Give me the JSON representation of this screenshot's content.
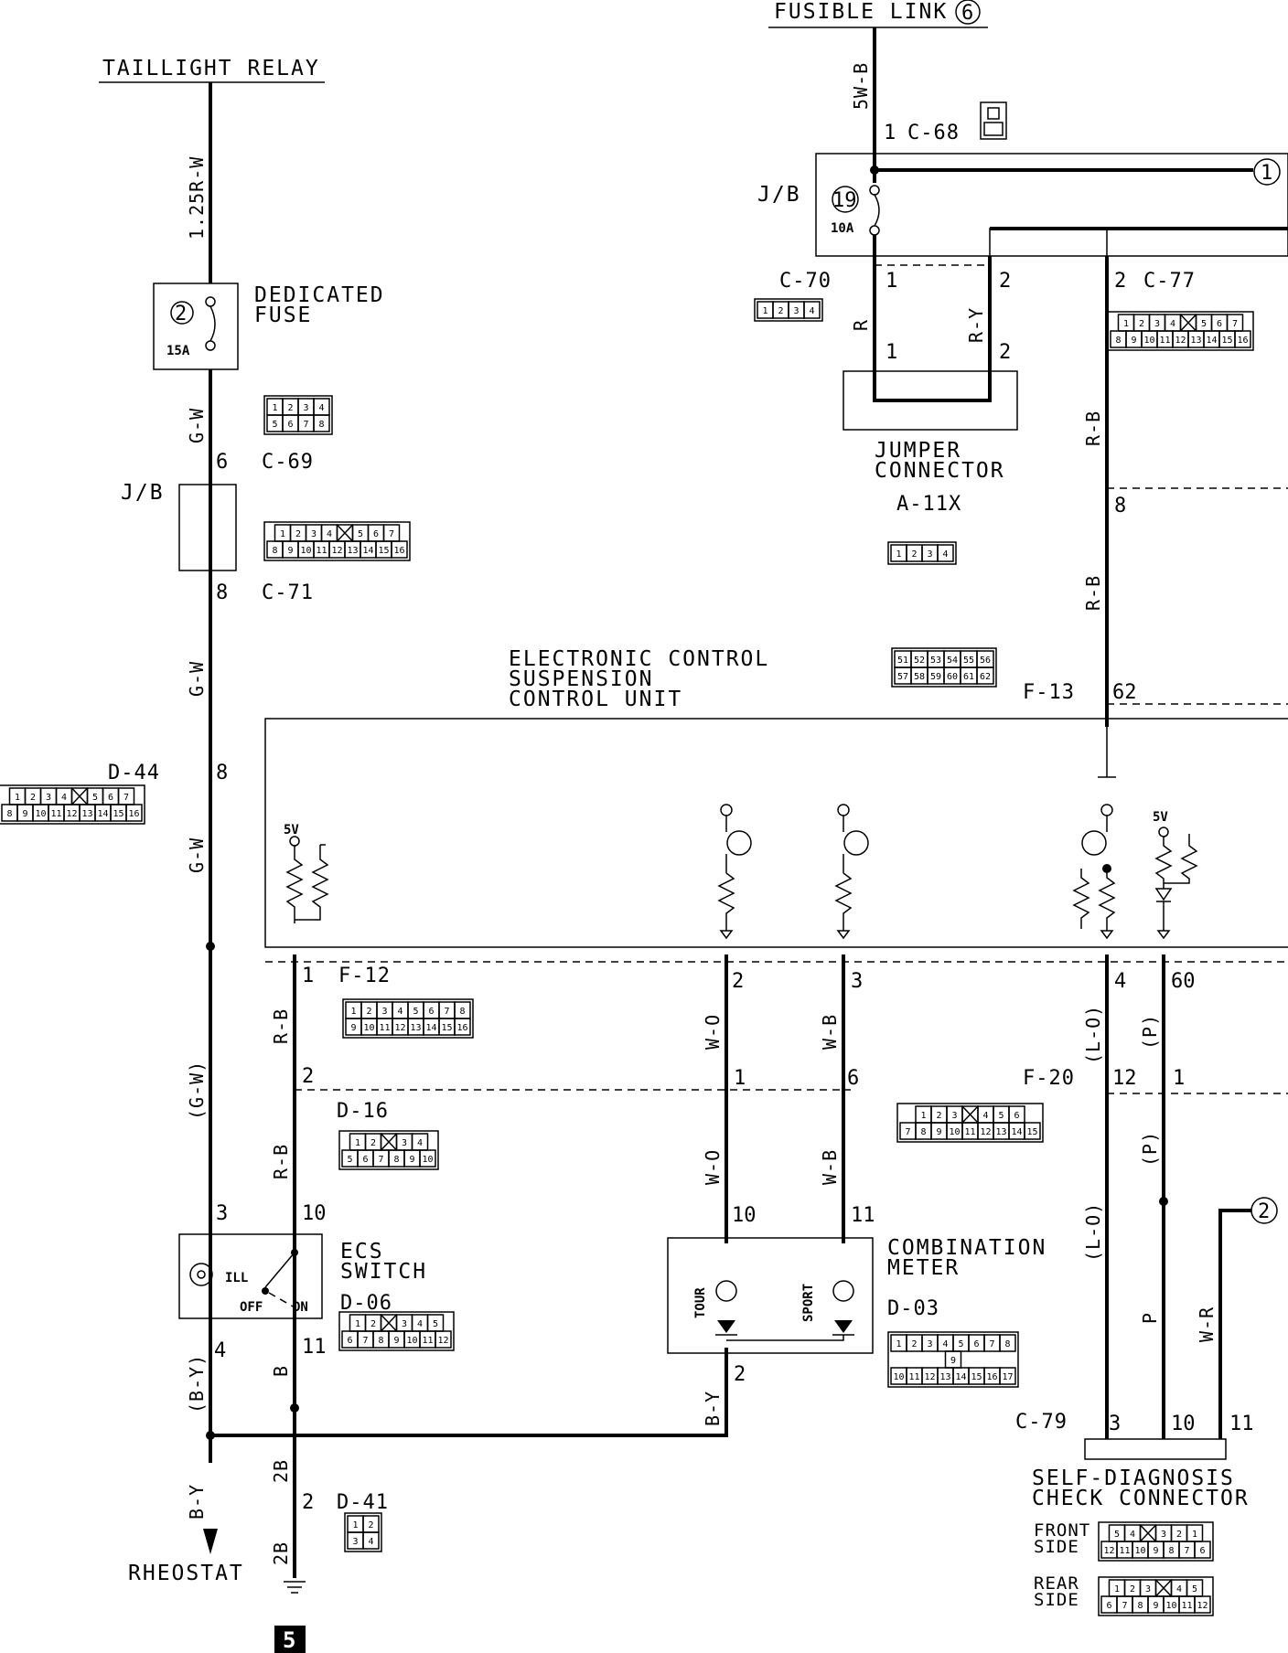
{
  "sources": {
    "taillight_relay": "TAILLIGHT RELAY",
    "fusible_link": "FUSIBLE LINK",
    "fusible_link_num": "6"
  },
  "wires": {
    "w_125rw": "1.25R-W",
    "w_gw": "G-W",
    "w_gw_paren": "(G-W)",
    "w_5wb": "5W-B",
    "w_r": "R",
    "w_ry": "R-Y",
    "w_rb": "R-B",
    "w_wo": "W-O",
    "w_wb": "W-B",
    "w_lo": "(L-O)",
    "w_p_paren": "(P)",
    "w_p": "P",
    "w_wr": "W-R",
    "w_by": "B-Y",
    "w_by_paren": "(B-Y)",
    "w_b": "B",
    "w_2b": "2B"
  },
  "components": {
    "dedicated_fuse_1": "DEDICATED",
    "dedicated_fuse_2": "FUSE",
    "fuse2_num": "2",
    "fuse2_rating": "15A",
    "fuse19_num": "19",
    "fuse19_rating": "10A",
    "jb": "J/B",
    "jumper_1": "JUMPER",
    "jumper_2": "CONNECTOR",
    "ecu_1": "ELECTRONIC CONTROL",
    "ecu_2": "SUSPENSION",
    "ecu_3": "CONTROL UNIT",
    "ecs_1": "ECS",
    "ecs_2": "SWITCH",
    "ill": "ILL",
    "off": "OFF",
    "on": "ON",
    "combo_1": "COMBINATION",
    "combo_2": "METER",
    "tour": "TOUR",
    "sport": "SPORT",
    "selfdiag_1": "SELF-DIAGNOSIS",
    "selfdiag_2": "CHECK CONNECTOR",
    "front_1": "FRONT",
    "front_2": "SIDE",
    "rear_1": "REAR",
    "rear_2": "SIDE",
    "rheostat": "RHEOSTAT",
    "five_v": "5V",
    "ref_1": "1",
    "ref_2": "2",
    "page_ref": "5"
  },
  "connectors": {
    "c68": "C-68",
    "c69": "C-69",
    "c70": "C-70",
    "c71": "C-71",
    "c77": "C-77",
    "c79": "C-79",
    "a11x": "A-11X",
    "d44": "D-44",
    "d16": "D-16",
    "d06": "D-06",
    "d03": "D-03",
    "d41": "D-41",
    "f12": "F-12",
    "f13": "F-13",
    "f20": "F-20"
  },
  "pins": {
    "p1": "1",
    "p2": "2",
    "p3": "3",
    "p4": "4",
    "p6": "6",
    "p8": "8",
    "p10": "10",
    "p11": "11",
    "p12": "12",
    "p60": "60",
    "p62": "62"
  },
  "connector_cells": {
    "c69": [
      [
        "1",
        "2",
        "3",
        "4"
      ],
      [
        "5",
        "6",
        "7",
        "8"
      ]
    ],
    "c71": [
      [
        "1",
        "2",
        "3",
        "4",
        "",
        "5",
        "6",
        "7"
      ],
      [
        "8",
        "9",
        "10",
        "11",
        "12",
        "13",
        "14",
        "15",
        "16"
      ]
    ],
    "d44": [
      [
        "1",
        "2",
        "3",
        "4",
        "",
        "5",
        "6",
        "7"
      ],
      [
        "8",
        "9",
        "10",
        "11",
        "12",
        "13",
        "14",
        "15",
        "16"
      ]
    ],
    "c77": [
      [
        "1",
        "2",
        "3",
        "4",
        "",
        "5",
        "6",
        "7"
      ],
      [
        "8",
        "9",
        "10",
        "11",
        "12",
        "13",
        "14",
        "15",
        "16"
      ]
    ],
    "c70": [
      [
        "1",
        "2",
        "3",
        "4"
      ]
    ],
    "a11x": [
      [
        "1",
        "2",
        "3",
        "4"
      ]
    ],
    "f13": [
      [
        "51",
        "52",
        "53",
        "54",
        "55",
        "56"
      ],
      [
        "57",
        "58",
        "59",
        "60",
        "61",
        "62"
      ]
    ],
    "f12": [
      [
        "1",
        "2",
        "3",
        "4",
        "5",
        "6",
        "7",
        "8"
      ],
      [
        "9",
        "10",
        "11",
        "12",
        "13",
        "14",
        "15",
        "16"
      ]
    ],
    "d16": [
      [
        "1",
        "2",
        "",
        "3",
        "4"
      ],
      [
        "5",
        "6",
        "7",
        "8",
        "9",
        "10"
      ]
    ],
    "f20": [
      [
        "1",
        "2",
        "3",
        "",
        "4",
        "5",
        "6"
      ],
      [
        "7",
        "8",
        "9",
        "10",
        "11",
        "12",
        "13",
        "14",
        "15"
      ]
    ],
    "d06": [
      [
        "1",
        "2",
        "",
        "3",
        "4",
        "5"
      ],
      [
        "6",
        "7",
        "8",
        "9",
        "10",
        "11",
        "12"
      ]
    ],
    "d03": [
      [
        "1",
        "2",
        "3",
        "4",
        "5",
        "6",
        "7",
        "8"
      ],
      [
        "9"
      ],
      [
        "10",
        "11",
        "12",
        "13",
        "14",
        "15",
        "16",
        "17"
      ]
    ],
    "d41": [
      [
        "1",
        "2"
      ],
      [
        "3",
        "4"
      ]
    ],
    "front": [
      [
        "5",
        "4",
        "",
        "3",
        "2",
        "1"
      ],
      [
        "12",
        "11",
        "10",
        "9",
        "8",
        "7",
        "6"
      ]
    ],
    "rear": [
      [
        "1",
        "2",
        "3",
        "",
        "4",
        "5"
      ],
      [
        "6",
        "7",
        "8",
        "9",
        "10",
        "11",
        "12"
      ]
    ]
  }
}
